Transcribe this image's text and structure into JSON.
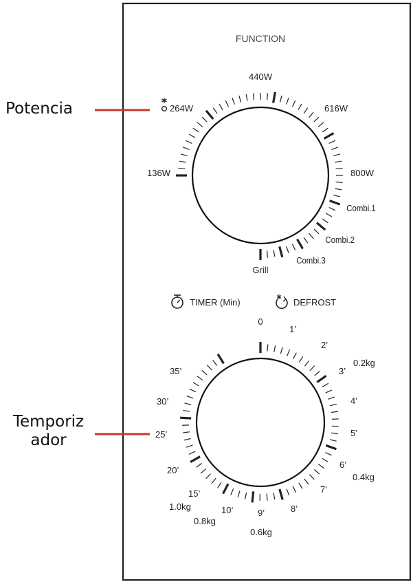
{
  "callouts": {
    "power": "Potencia",
    "timer_line1": "Temporiz",
    "timer_line2": "ador",
    "line_color": "#c8382c"
  },
  "panel": {
    "title": "FUNCTION",
    "timer_label": "TIMER (Min)",
    "defrost_label": "DEFROST",
    "icons": [
      "stopwatch-icon",
      "defrost-snowflake-arrow-icon",
      "low-power-snowflake-icon"
    ]
  },
  "power_dial": {
    "labels": {
      "w136": "136W",
      "w264": "264W",
      "w440": "440W",
      "w616": "616W",
      "w800": "800W",
      "combi1": "Combi.1",
      "combi2": "Combi.2",
      "combi3": "Combi.3",
      "grill": "Grill"
    }
  },
  "timer_dial": {
    "minutes": {
      "m0": "0",
      "m1": "1’",
      "m2": "2’",
      "m3": "3’",
      "m4": "4’",
      "m5": "5’",
      "m6": "6’",
      "m7": "7’",
      "m8": "8’",
      "m9": "9’",
      "m10": "10’",
      "m15": "15’",
      "m20": "20’",
      "m25": "25’",
      "m30": "30’",
      "m35": "35’"
    },
    "weights": {
      "w02": "0.2kg",
      "w04": "0.4kg",
      "w06": "0.6kg",
      "w08": "0.8kg",
      "w10": "1.0kg"
    }
  }
}
